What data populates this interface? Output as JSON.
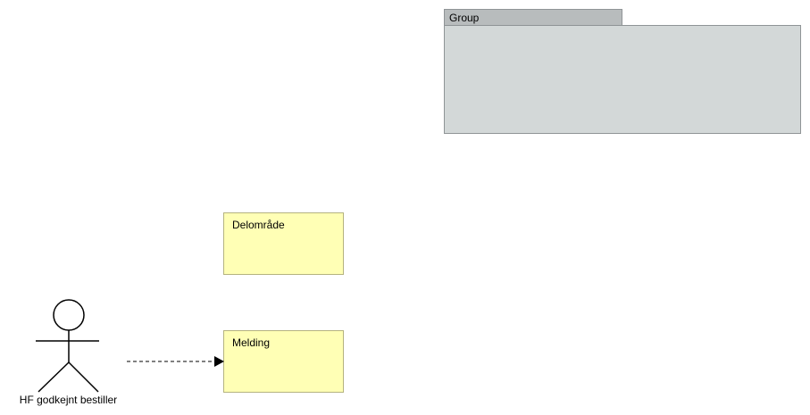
{
  "group": {
    "label": "Group"
  },
  "elements": {
    "delomrade": {
      "label": "Delområde"
    },
    "melding": {
      "label": "Melding"
    }
  },
  "actor": {
    "label": "HF godkejnt bestiller"
  },
  "connector": {
    "style": "dashed",
    "arrowhead": "filled-triangle"
  },
  "colors": {
    "group_fill": "#d3d8d8",
    "group_tab": "#b8bcbd",
    "note_fill": "#ffffb5",
    "note_border": "#b5b37f"
  }
}
